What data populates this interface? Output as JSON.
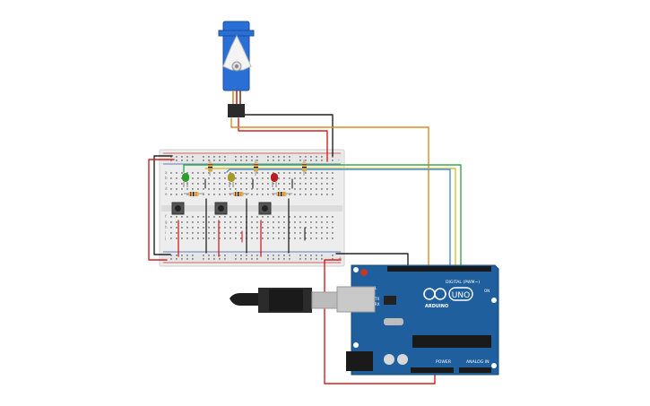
{
  "colors": {
    "canvas": "#ffffff",
    "breadboard": "#ededed",
    "breadboard_rail": "#d9d9d9",
    "rail_red": "#d33b3b",
    "rail_blue": "#3a5fb0",
    "arduino_board": "#1f5f9e",
    "arduino_dark": "#174a7c",
    "servo_body": "#2a6fd6",
    "wire_red": "#d42020",
    "wire_black": "#222222",
    "wire_orange": "#e08a1e",
    "wire_green": "#3aa84b",
    "wire_yellow": "#d9c22a",
    "wire_blue": "#4a90d9",
    "led_green": "#2e9e2e",
    "led_yellow": "#a79a28",
    "led_red": "#b82020"
  },
  "arduino": {
    "brand": "ARDUINO",
    "model": "UNO",
    "digital_header_label": "DIGITAL (PWM~)",
    "power_label": "POWER",
    "analog_label": "ANALOG IN",
    "tx_label": "TX",
    "rx_label": "RX",
    "l_label": "L",
    "on_label": "ON"
  },
  "breadboard": {
    "row_letters": [
      "a",
      "b",
      "c",
      "d",
      "e",
      "f",
      "g",
      "h",
      "i",
      "j"
    ],
    "rail_plus": "+",
    "rail_minus": "-"
  },
  "components": {
    "icons": [
      "servo-motor-icon",
      "usb-cable-icon",
      "pushbutton-icon",
      "led-icon",
      "resistor-icon",
      "reset-button-icon",
      "barrel-jack-icon"
    ]
  }
}
